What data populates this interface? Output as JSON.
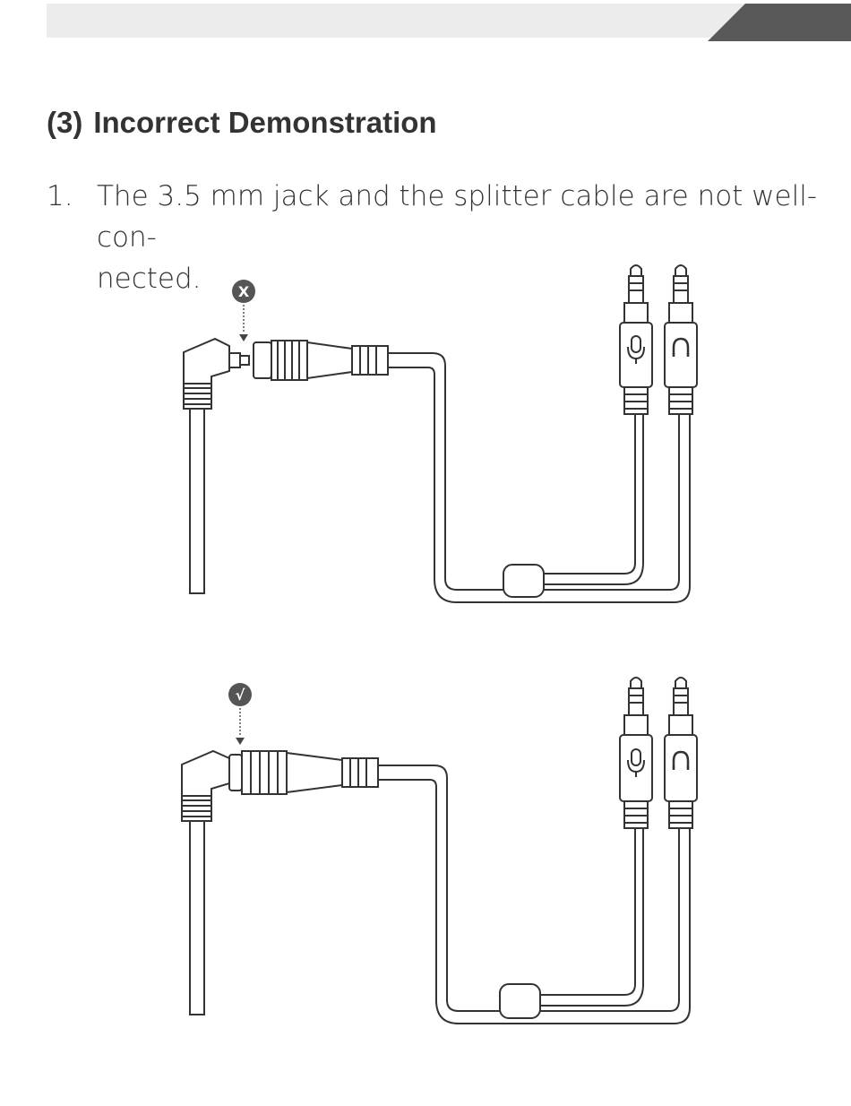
{
  "heading": {
    "number": "(3)",
    "title": "Incorrect Demonstration"
  },
  "steps": [
    {
      "number": "1.",
      "text": "The 3.5 mm jack and the splitter cable are not well-con-nected."
    }
  ],
  "illustrations": [
    {
      "status": "incorrect",
      "mark": "X"
    },
    {
      "status": "correct",
      "mark": "√"
    }
  ],
  "icons": {
    "plug_left": "microphone-icon",
    "plug_right": "headphones-icon"
  },
  "colors": {
    "header_bar": "#ececec",
    "header_tab": "#595959",
    "badge": "#555555",
    "line": "#333333"
  }
}
